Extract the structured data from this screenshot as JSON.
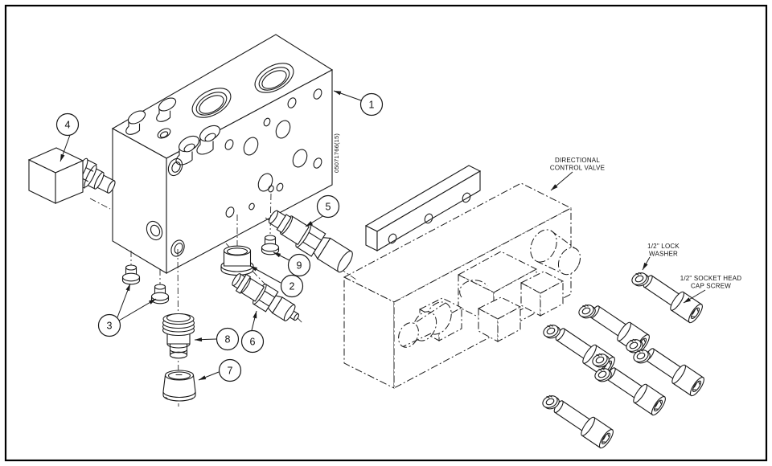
{
  "drawing": {
    "background": "#ffffff",
    "line_color": "#1a1a1a",
    "part_number": "05071766(15)",
    "callouts": [
      {
        "number": "1"
      },
      {
        "number": "2"
      },
      {
        "number": "3"
      },
      {
        "number": "4"
      },
      {
        "number": "5"
      },
      {
        "number": "6"
      },
      {
        "number": "7"
      },
      {
        "number": "8"
      },
      {
        "number": "9"
      }
    ],
    "labels": {
      "directional_valve": {
        "line1": "DIRECTIONAL",
        "line2": "CONTROL VALVE"
      },
      "lock_washer": {
        "line1": "1/2\" LOCK",
        "line2": "WASHER"
      },
      "cap_screw": {
        "line1": "1/2\" SOCKET HEAD",
        "line2": "CAP SCREW"
      }
    }
  }
}
